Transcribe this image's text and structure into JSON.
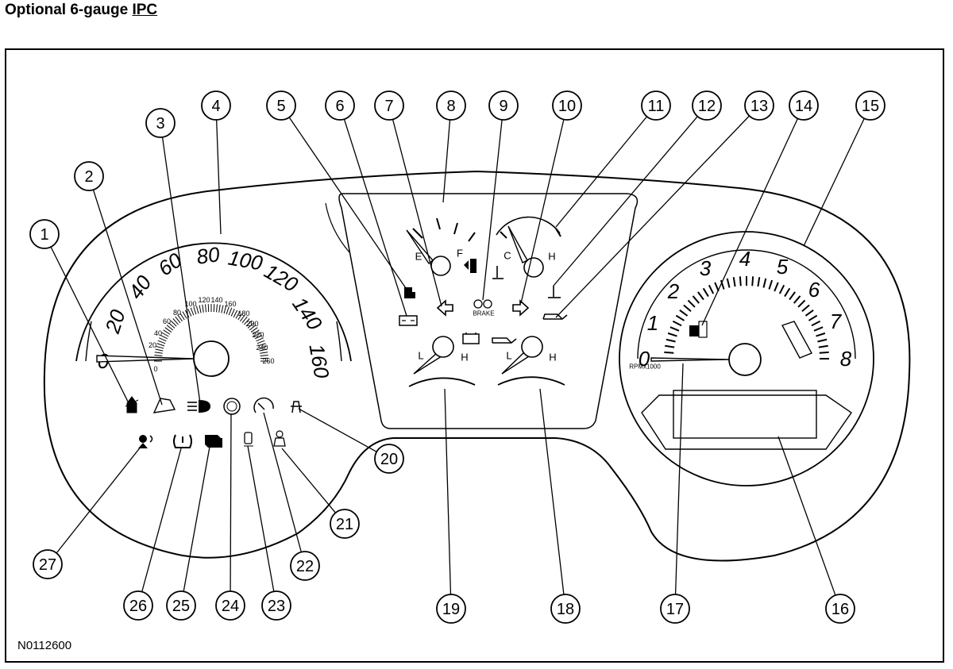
{
  "header": {
    "title_prefix": "Optional 6-gauge ",
    "title_link": "IPC"
  },
  "figure_id": "N0112600",
  "speedometer": {
    "mph_labels": [
      "0",
      "20",
      "40",
      "60",
      "80",
      "100",
      "120",
      "140",
      "160"
    ],
    "kmh_labels": [
      "0",
      "20",
      "40",
      "60",
      "80",
      "100",
      "120",
      "140",
      "160",
      "180",
      "200",
      "220",
      "240",
      "260"
    ]
  },
  "tachometer": {
    "labels": [
      "0",
      "1",
      "2",
      "3",
      "4",
      "5",
      "6",
      "7",
      "8"
    ],
    "unit_label": "RPMx1000"
  },
  "fuel_gauge": {
    "empty_label": "E",
    "full_label": "F"
  },
  "temp_gauge": {
    "cold_label": "C",
    "hot_label": "H"
  },
  "voltage_gauge": {
    "low_label": "L",
    "high_label": "H"
  },
  "oil_gauge": {
    "low_label": "L",
    "high_label": "H"
  },
  "brake_label": "BRAKE",
  "callouts": [
    "1",
    "2",
    "3",
    "4",
    "5",
    "6",
    "7",
    "8",
    "9",
    "10",
    "11",
    "12",
    "13",
    "14",
    "15",
    "16",
    "17",
    "18",
    "19",
    "20",
    "21",
    "22",
    "23",
    "24",
    "25",
    "26",
    "27"
  ]
}
